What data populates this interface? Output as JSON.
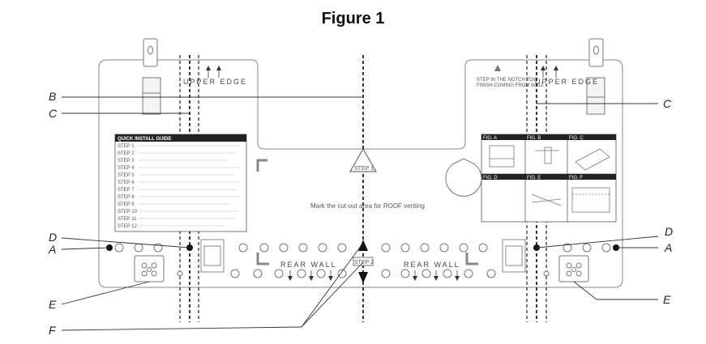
{
  "figure": {
    "title": "Figure 1"
  },
  "callouts": {
    "a": "A",
    "b": "B",
    "c": "C",
    "d": "D",
    "e": "E",
    "f": "F"
  },
  "template": {
    "upper_edge": "UPPER EDGE",
    "rear_wall": "REAR WALL",
    "step1": "STEP 1",
    "step2": "STEP 2",
    "cutout_text": "Mark the cut-out area for ROOF venting",
    "notch_text_1": "STEP IN THE NOTCH TOW",
    "notch_text_2": "FINISH COMING FROM WALL"
  },
  "install_guide": {
    "title": "QUICK INSTALL GUIDE",
    "steps": [
      "STEP 1",
      "STEP 2",
      "STEP 3",
      "STEP 4",
      "STEP 5",
      "STEP 6",
      "STEP 7",
      "STEP 8",
      "STEP 9",
      "STEP 10",
      "STEP 11",
      "STEP 12"
    ]
  },
  "figure_panels": {
    "a": "FIG. A",
    "b": "FIG. B",
    "c": "FIG. C",
    "d": "FIG. D",
    "e": "FIG. E",
    "f": "FIG. F"
  }
}
